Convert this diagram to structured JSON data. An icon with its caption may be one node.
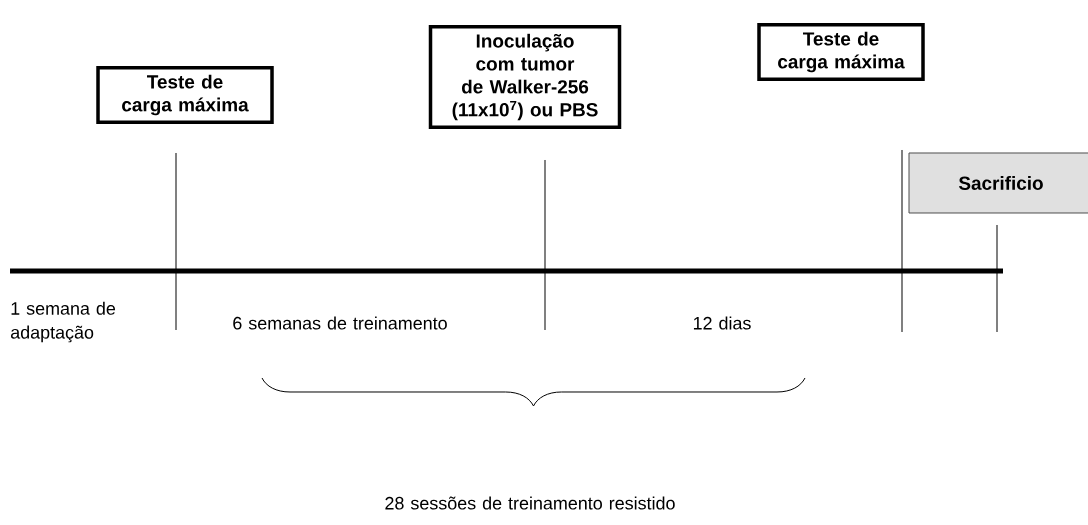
{
  "diagram": {
    "nodes": [
      {
        "text": [
          "Teste de carga máxima"
        ]
      },
      {
        "text": [
          "Inoculação com tumor de Walker-256 (11x10$^{7}$) ou PBS"
        ]
      },
      {
        "text": [
          "Teste de carga máxima"
        ]
      },
      {
        "text": [
          "Sacrificio"
        ]
      }
    ],
    "labels": [
      "1 semana de adaptação",
      "6 semanas de treinamento",
      "12 dias",
      "28 sessões de treinamento resistido"
    ]
  }
}
